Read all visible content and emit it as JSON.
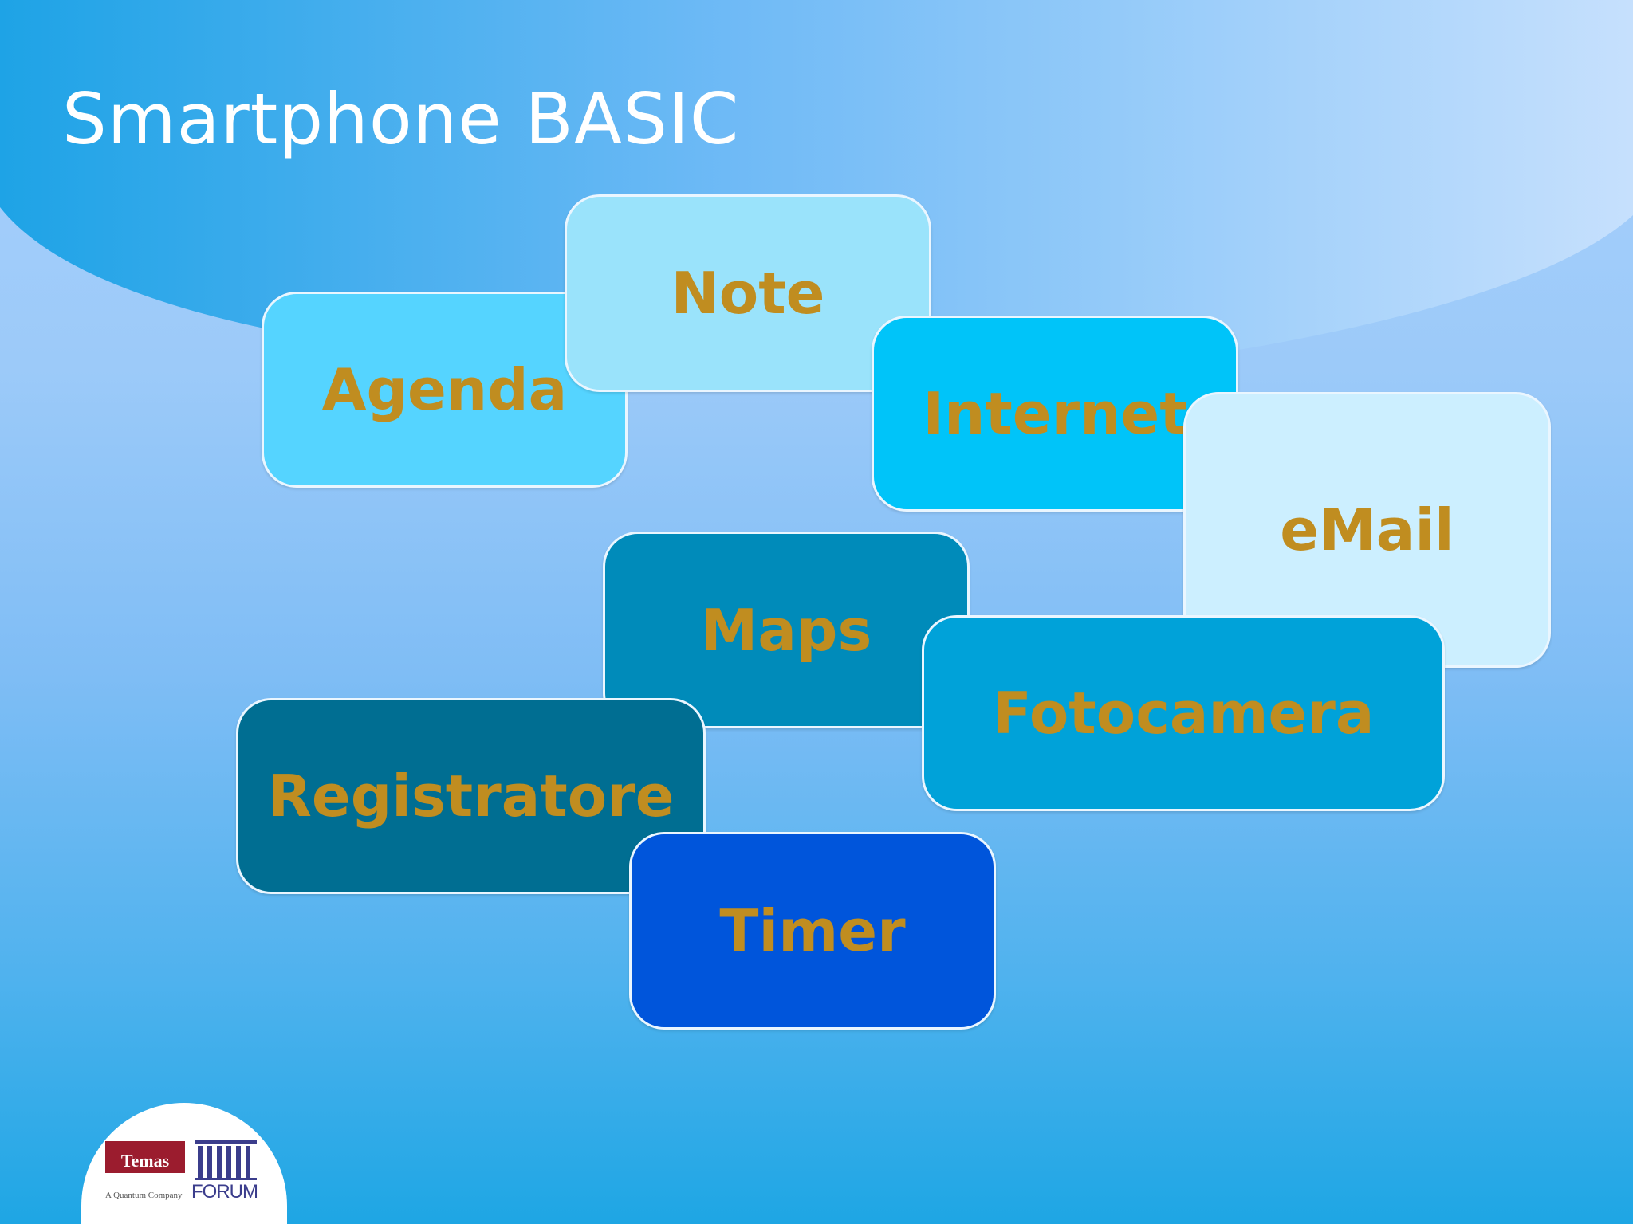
{
  "slide": {
    "title": "Smartphone BASIC"
  },
  "tiles": [
    {
      "label": "Agenda",
      "color": "#55d4ff"
    },
    {
      "label": "Note",
      "color": "#9ae3fb"
    },
    {
      "label": "Internet",
      "color": "#00c4f9"
    },
    {
      "label": "eMail",
      "color": "#ccefff"
    },
    {
      "label": "Maps",
      "color": "#008bba"
    },
    {
      "label": "Fotocamera",
      "color": "#00a2d9"
    },
    {
      "label": "Registratore",
      "color": "#006e92"
    },
    {
      "label": "Timer",
      "color": "#0055db"
    }
  ],
  "logo": {
    "temas": "Temas",
    "tagline": "A Quantum Company",
    "forum": "FORUM",
    "temas_color": "#9b1c2e",
    "forum_color": "#3b3d8c"
  },
  "colors": {
    "label_text": "#c08d20",
    "title_text": "#ffffff",
    "band": "#1ea3e6"
  }
}
